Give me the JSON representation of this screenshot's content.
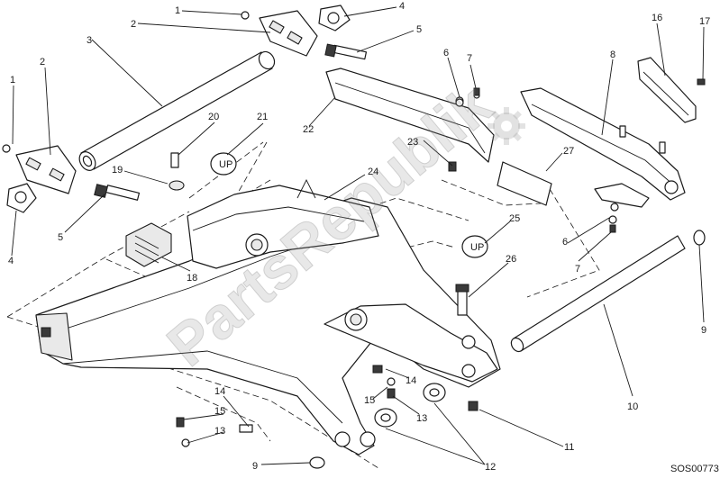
{
  "diagram": {
    "code": "SOS00773",
    "watermark": "PartsRepublik",
    "colors": {
      "line": "#1a1a1a",
      "fill": "#ffffff",
      "shade": "#e9e9e9",
      "watermark": "#969696"
    },
    "callouts": [
      "1",
      "2",
      "3",
      "4",
      "5",
      "6",
      "7",
      "8",
      "16",
      "17",
      "1",
      "2",
      "20",
      "21",
      "22",
      "23",
      "27",
      "19",
      "24",
      "5",
      "4",
      "18",
      "25",
      "6",
      "7",
      "26",
      "9",
      "10",
      "14",
      "15",
      "13",
      "11",
      "14",
      "15",
      "13",
      "9",
      "12"
    ]
  }
}
